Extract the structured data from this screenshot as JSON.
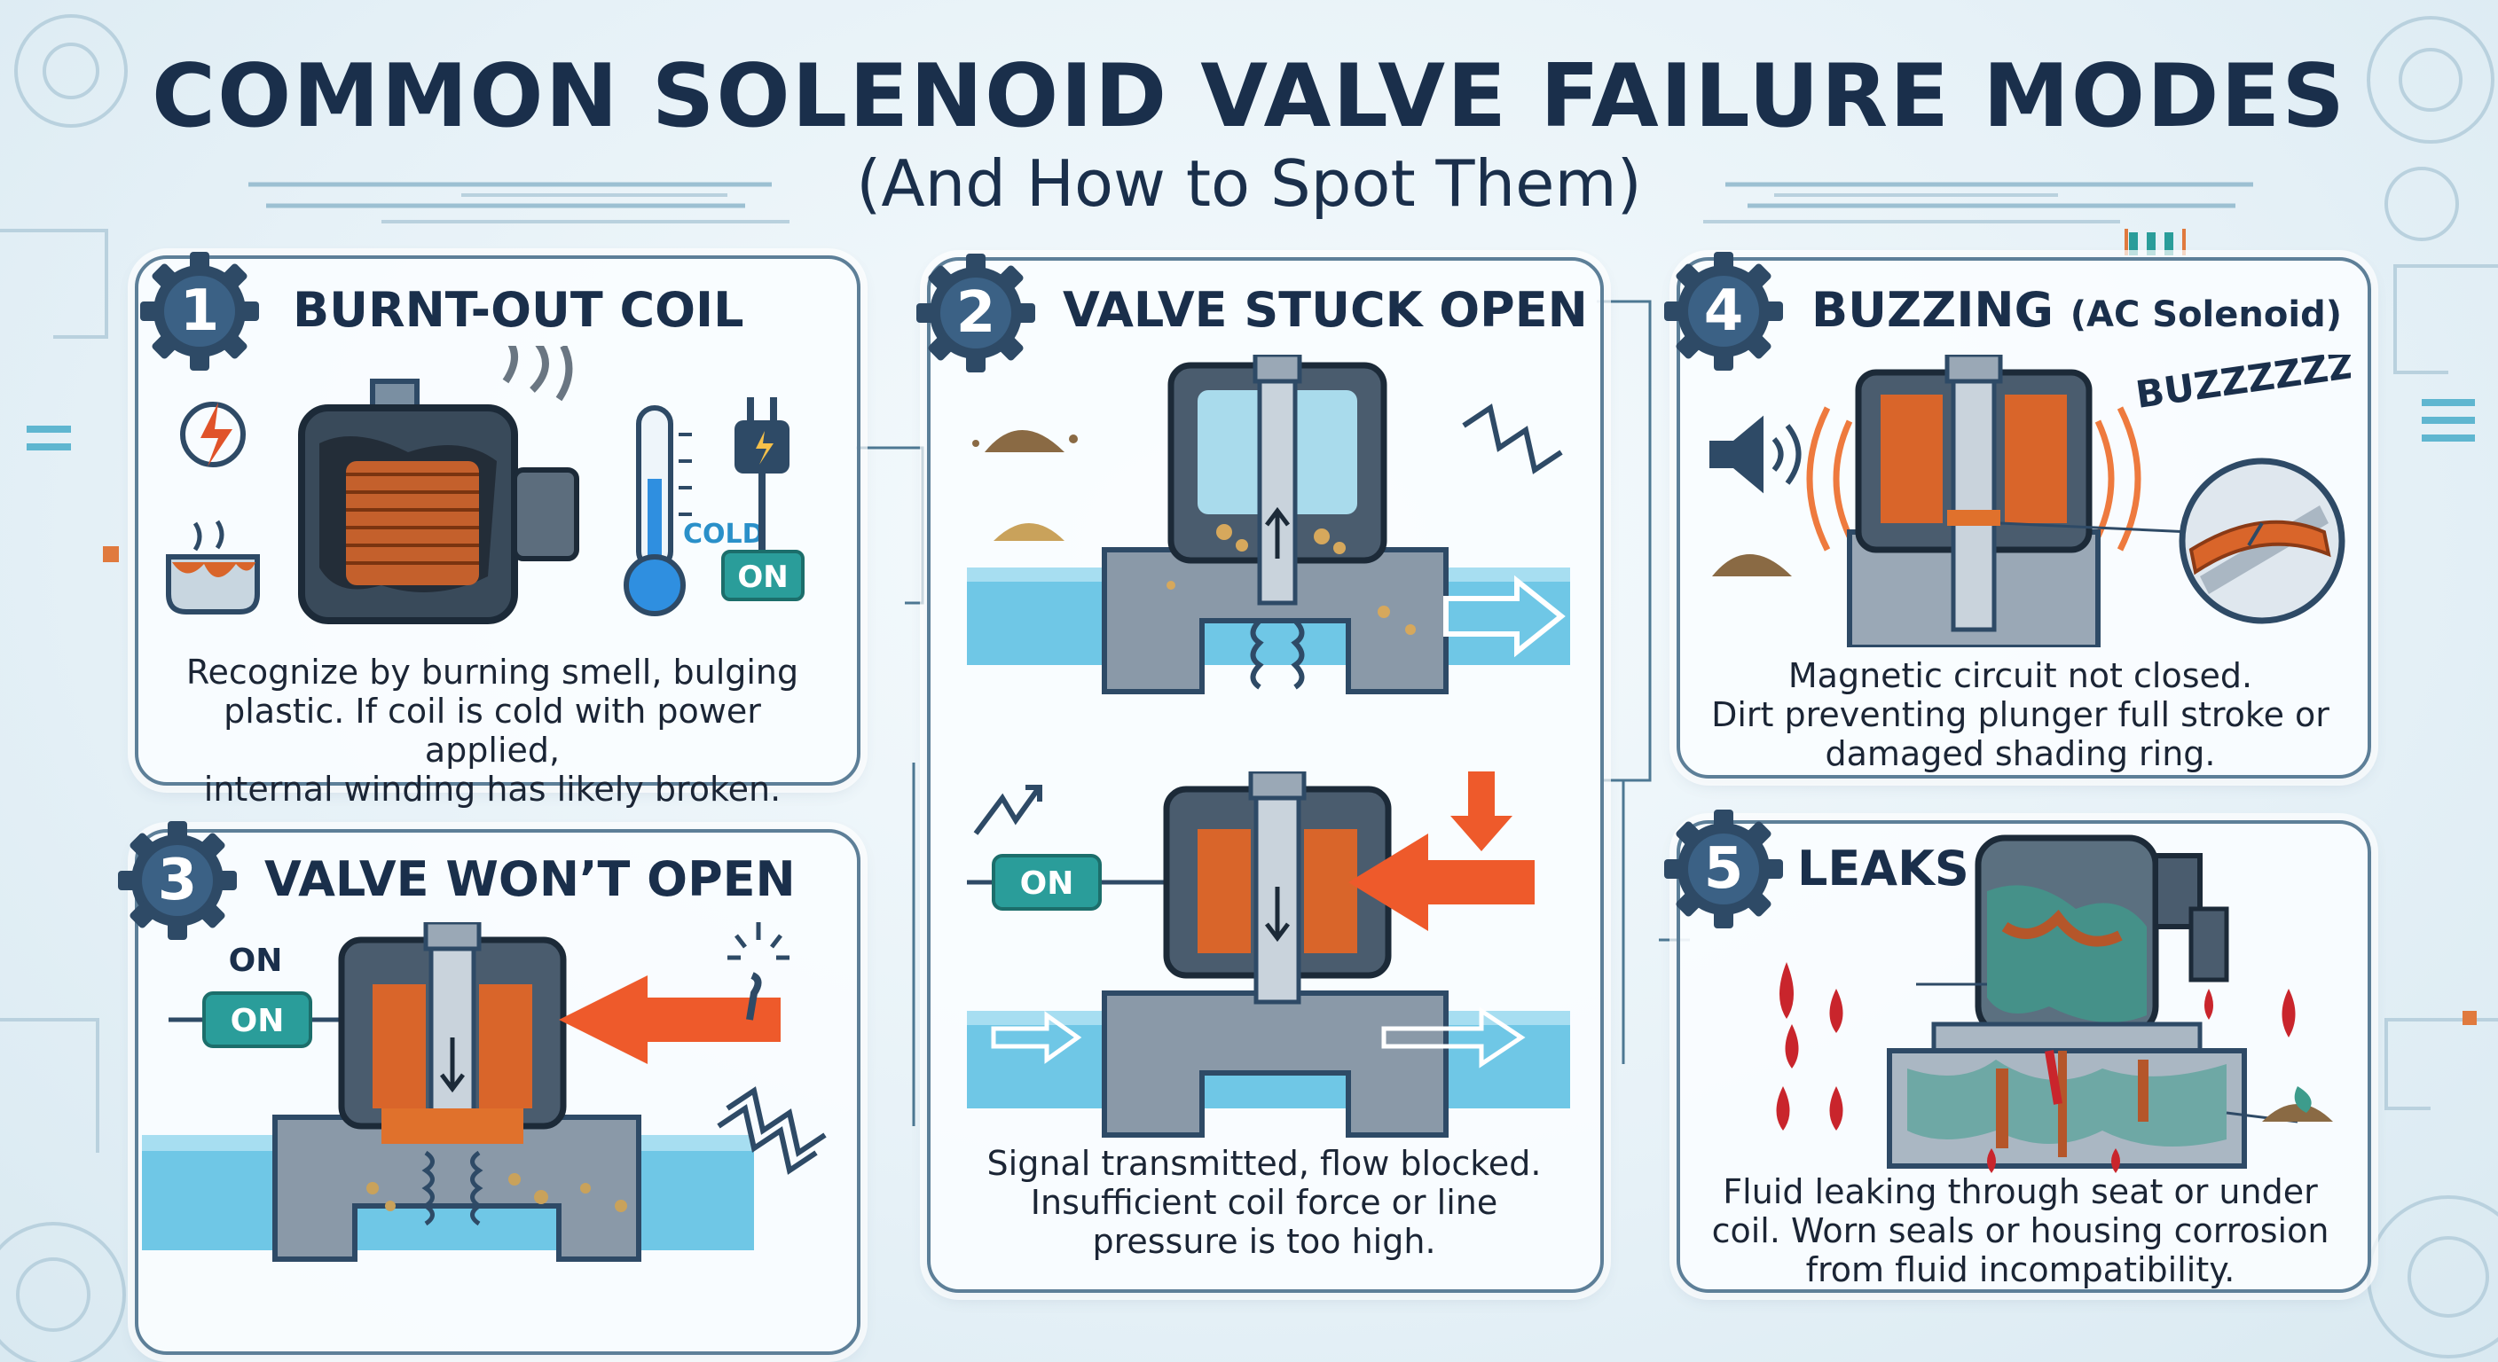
{
  "header": {
    "title": "COMMON SOLENOID VALVE FAILURE MODES",
    "subtitle": "(And How to Spot Them)"
  },
  "colors": {
    "navy": "#2e4a66",
    "teal": "#2a9d9a",
    "copper": "#d9652a",
    "water": "#5fc3e4",
    "alert": "#f05a28",
    "blood": "#c9252c",
    "rust": "#b5562a",
    "corrosion": "#3d9c8c"
  },
  "panels": [
    {
      "number": "1",
      "title": "BURNT-OUT COIL",
      "labels": {
        "cold": "COLD",
        "on": "ON"
      },
      "icons": [
        "lightning-alert-icon",
        "melting-pot-icon",
        "smoke-icon",
        "thermometer-icon",
        "power-plug-icon"
      ],
      "description": [
        "Recognize by burning smell, bulging",
        "plastic. If coil is cold with power applied,",
        "internal winding has likely broken."
      ]
    },
    {
      "number": "2",
      "title": "VALVE STUCK OPEN",
      "labels": {
        "on": "ON"
      },
      "icons": [
        "dirt-pile-icon",
        "spring-icon",
        "flow-arrow-icon",
        "pressure-arrow-icon",
        "signal-icon"
      ],
      "description": [
        "Signal transmitted, flow blocked.",
        "Insufficient coil force or line",
        "pressure is too high."
      ]
    },
    {
      "number": "3",
      "title": "VALVE WON’T OPEN",
      "labels": {
        "on_text": "ON",
        "on_switch": "ON"
      },
      "icons": [
        "pressure-arrow-icon",
        "broken-spark-icon",
        "spring-icon"
      ],
      "description": []
    },
    {
      "number": "4",
      "title": "BUZZING",
      "title_suffix": "(AC Solenoid)",
      "labels": {
        "buzz": "BUZZZZZZ"
      },
      "icons": [
        "speaker-icon",
        "dirt-pile-icon",
        "shading-ring-magnifier-icon"
      ],
      "description": [
        "Magnetic circuit not closed.",
        "Dirt preventing plunger full stroke or",
        "damaged shading ring."
      ]
    },
    {
      "number": "5",
      "title": "LEAKS",
      "labels": {},
      "icons": [
        "drip-icon",
        "corrosion-icon"
      ],
      "description": [
        "Fluid leaking through seat or under",
        "coil. Worn seals or housing corrosion",
        "from fluid incompatibility."
      ]
    }
  ]
}
